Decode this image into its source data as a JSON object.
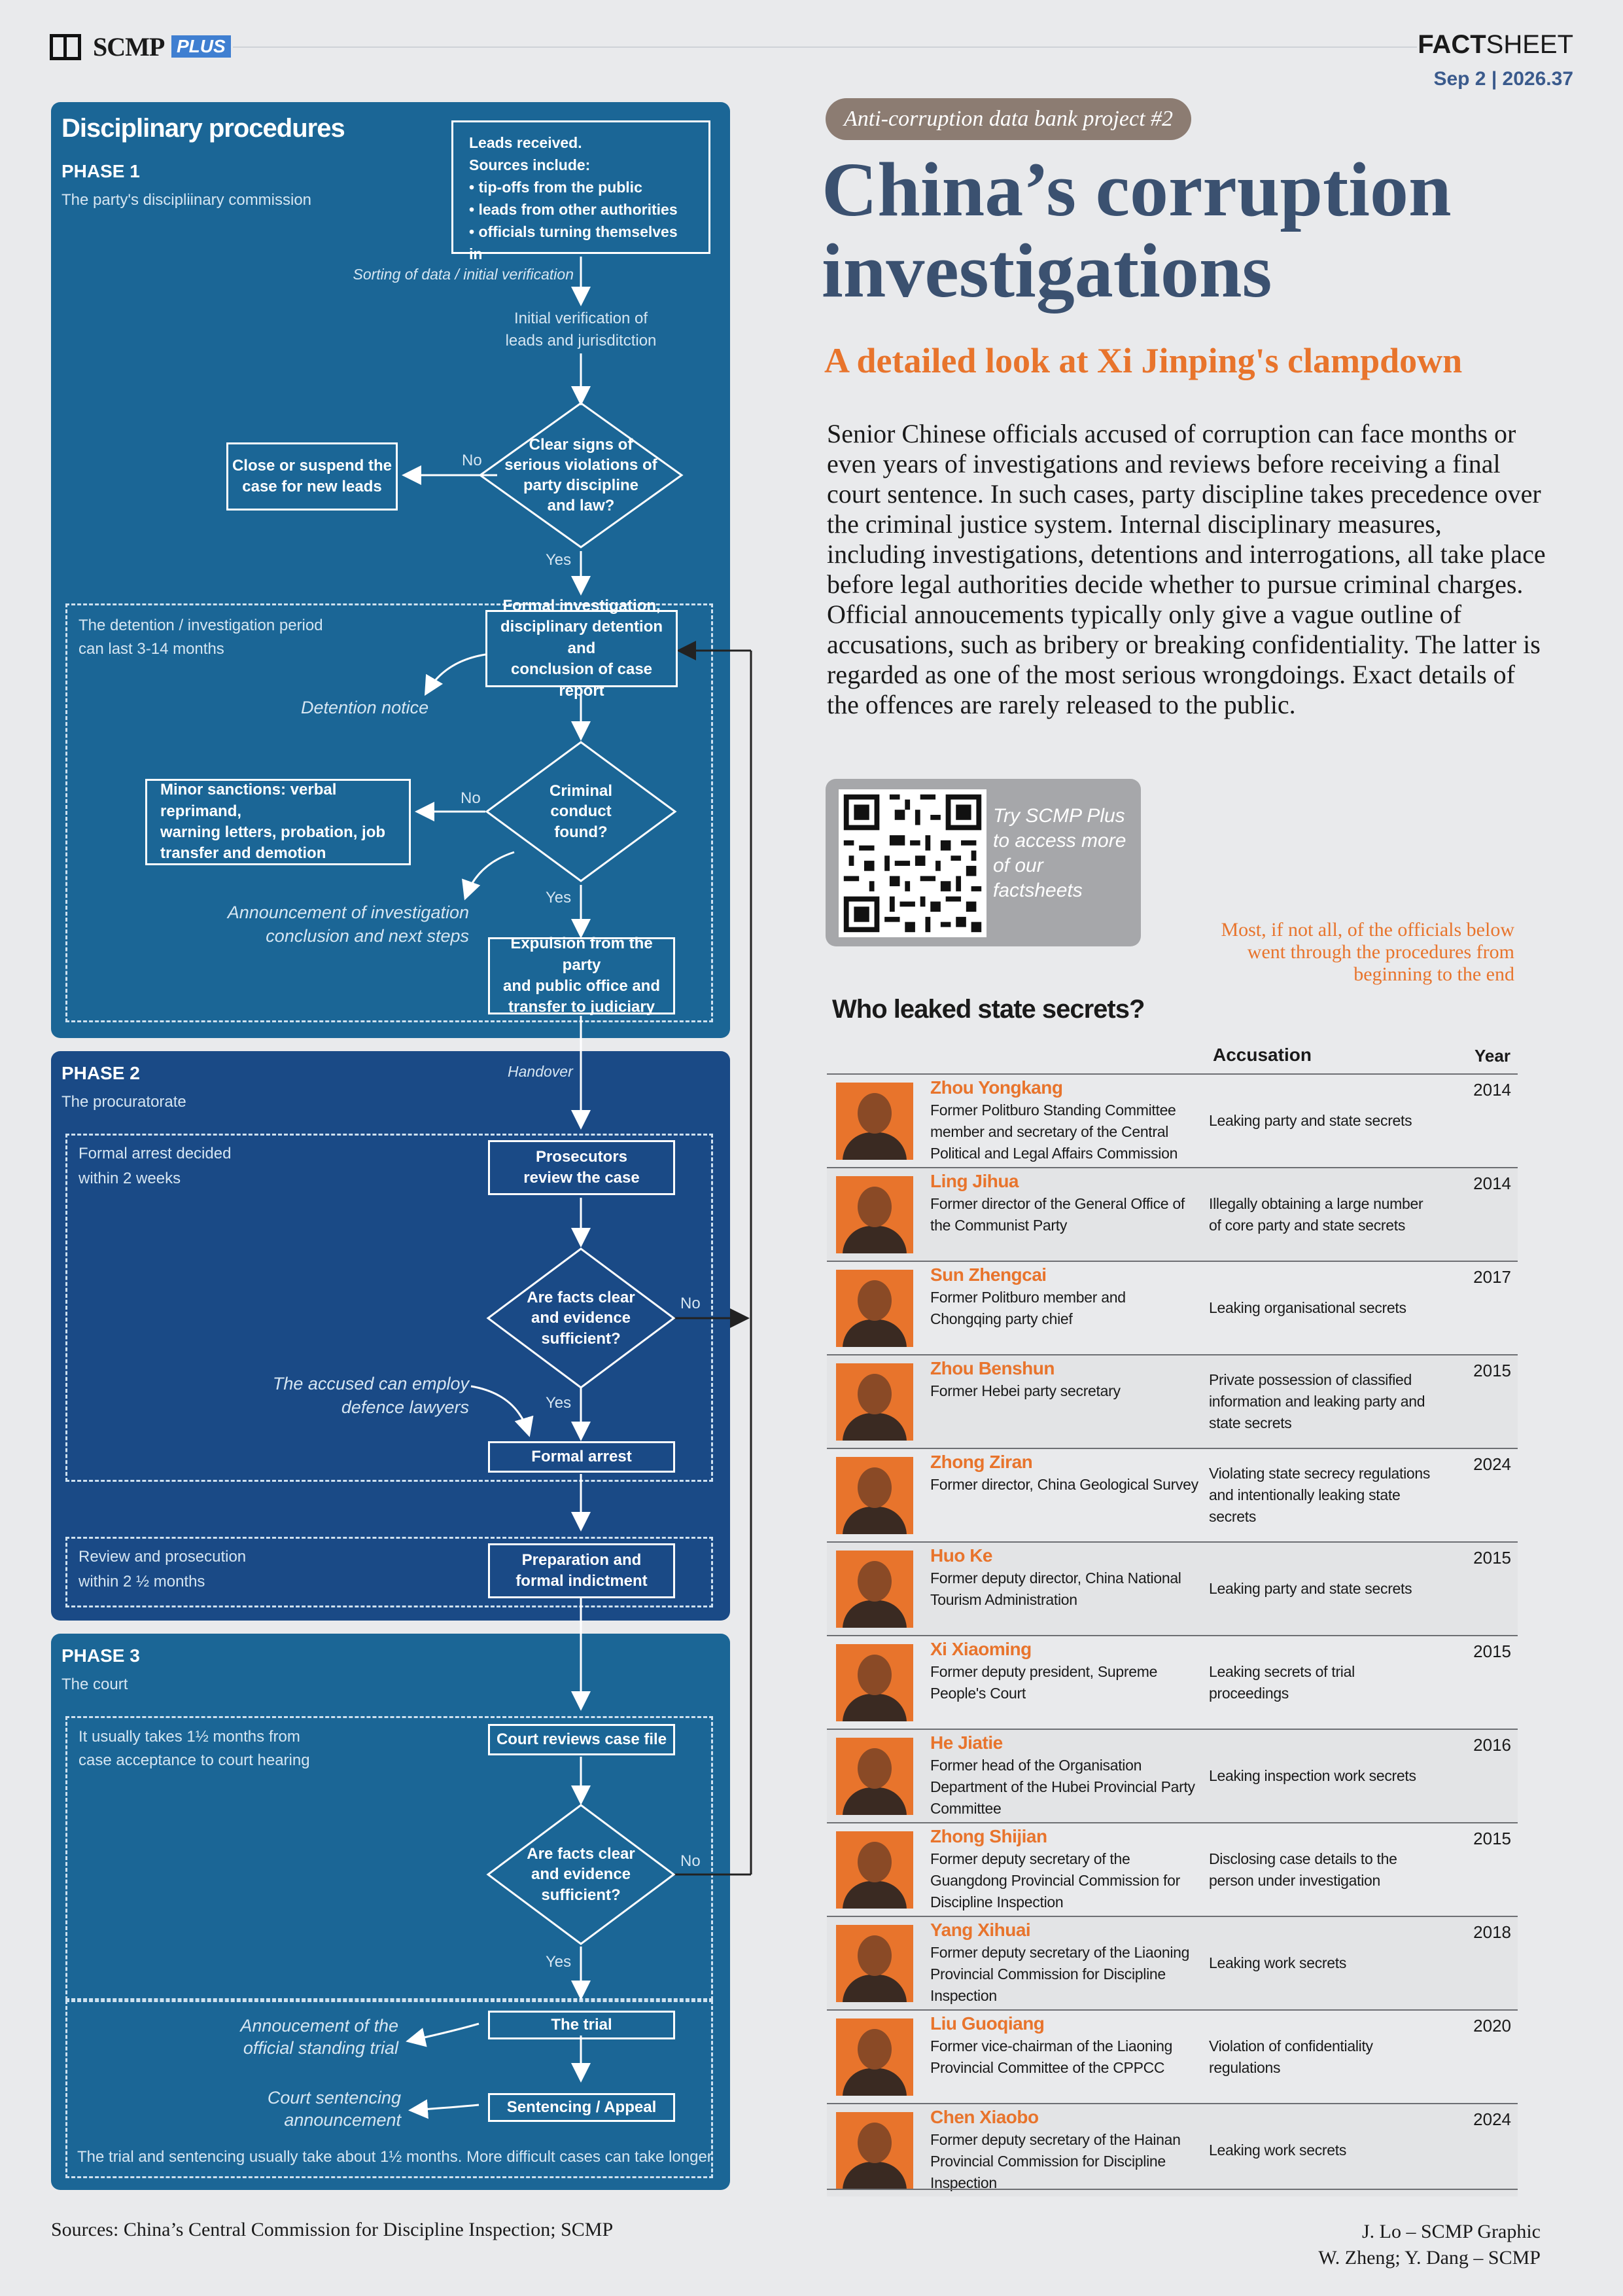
{
  "header": {
    "brand": "SCMP",
    "brand_plus": "PLUS",
    "fact": "FACT",
    "sheet": "SHEET",
    "date": "Sep 2 | 2026.37"
  },
  "flow": {
    "main_title": "Disciplinary procedures",
    "phase1": {
      "label": "PHASE 1",
      "sub": "The party's discipliinary commission",
      "leads_title": "Leads received.",
      "leads_sources": "Sources include:",
      "leads_items": [
        "• tip-offs from the public",
        "• leads from other authorities",
        "• officials turning  themselves in"
      ],
      "sorting": "Sorting of data / initial verification",
      "initial_1": "Initial verification of",
      "initial_2": "leads and jurisditction",
      "d1_1": "Clear signs of",
      "d1_2": "serious violations of",
      "d1_3": "party discipline",
      "d1_4": "and law?",
      "close_1": "Close or suspend the",
      "close_2": "case for new leads",
      "no": "No",
      "yes": "Yes",
      "period_1": "The detention / investigation period",
      "period_2": "can last 3-14 months",
      "formal_1": "Formal investigation,",
      "formal_2": "disciplinary detention and",
      "formal_3": "conclusion of case report",
      "detention_notice": "Detention notice",
      "d2_1": "Criminal",
      "d2_2": "conduct",
      "d2_3": "found?",
      "minor_1": "Minor sanctions: verbal reprimand,",
      "minor_2": "warning letters, probation, job",
      "minor_3": "transfer and demotion",
      "announce_1": "Announcement of investigation",
      "announce_2": "conclusion and next steps",
      "expel_1": "Expulsion from the party",
      "expel_2": "and public office and",
      "expel_3": "transfer to judiciary"
    },
    "phase2": {
      "label": "PHASE 2",
      "sub": "The procuratorate",
      "handover": "Handover",
      "arrest_note_1": "Formal arrest decided",
      "arrest_note_2": "within 2 weeks",
      "prosecutors_1": "Prosecutors",
      "prosecutors_2": "review the case",
      "d3_1": "Are facts clear",
      "d3_2": "and evidence",
      "d3_3": "sufficient?",
      "lawyers_1": "The accused can employ",
      "lawyers_2": "defence lawyers",
      "formal_arrest": "Formal arrest",
      "review_1": "Review and prosecution",
      "review_2": "within 2 ½ months",
      "prep_1": "Preparation and",
      "prep_2": "formal indictment"
    },
    "phase3": {
      "label": "PHASE 3",
      "sub": "The court",
      "takes_1": "It usually takes 1½ months from",
      "takes_2": "case acceptance to court hearing",
      "court_reviews": "Court reviews case file",
      "d4_1": "Are facts clear",
      "d4_2": "and evidence",
      "d4_3": "sufficient?",
      "trial_ann_1": "Annoucement of the",
      "trial_ann_2": "official standing trial",
      "trial": "The trial",
      "sent_ann_1": "Court sentencing",
      "sent_ann_2": "announcement",
      "sentencing": "Sentencing / Appeal",
      "bottom_note": "The trial and sentencing usually take about 1½ months. More difficult cases can take longer"
    }
  },
  "article": {
    "tag": "Anti-corruption data bank project #2",
    "title_1": "China’s corruption",
    "title_2": "investigations",
    "subtitle": "A detailed look at Xi Jinping's clampdown",
    "body": "Senior Chinese officials accused of corruption can face months or even years of investigations and reviews before receiving a final court sentence. In such cases, party discipline takes precedence over the criminal justice system. Internal disciplinary measures, including investigations, detentions and interrogations, all take place before legal authorities decide whether to pursue criminal charges. Official annoucements typically only give a vague outline of accusations, such as bribery or breaking confidentiality. The latter is regarded as one of the most serious wrongdoings. Exact details of the offences are rarely released to the public.",
    "qr_text": "Try SCMP Plus to access more of our factsheets",
    "note": "Most, if not all, of the officials below went through the procedures from beginning to the end"
  },
  "table": {
    "title": "Who leaked state secrets?",
    "col_accusation": "Accusation",
    "col_year": "Year",
    "rows": [
      {
        "name": "Zhou Yongkang",
        "role": "Former Politburo Standing Committee member and secretary of the Central Political and Legal Affairs Commission",
        "accusation": "Leaking party and state secrets",
        "year": "2014"
      },
      {
        "name": "Ling Jihua",
        "role": "Former director of the General Office of the Communist Party",
        "accusation": "Illegally obtaining a large number of core party and state secrets",
        "year": "2014"
      },
      {
        "name": "Sun Zhengcai",
        "role": "Former Politburo member and Chongqing party chief",
        "accusation": "Leaking organisational secrets",
        "year": "2017"
      },
      {
        "name": "Zhou Benshun",
        "role": "Former Hebei party secretary",
        "accusation": "Private possession of classified information and leaking party and state secrets",
        "year": "2015"
      },
      {
        "name": "Zhong Ziran",
        "role": "Former director, China Geological Survey",
        "accusation": "Violating state secrecy regulations and intentionally leaking state secrets",
        "year": "2024"
      },
      {
        "name": "Huo Ke",
        "role": "Former deputy director, China National Tourism Administration",
        "accusation": "Leaking party and state secrets",
        "year": "2015"
      },
      {
        "name": "Xi Xiaoming",
        "role": "Former deputy president, Supreme People's Court",
        "accusation": "Leaking secrets of trial proceedings",
        "year": "2015"
      },
      {
        "name": "He Jiatie",
        "role": "Former head of the Organisation Department of the Hubei Provincial Party Committee",
        "accusation": "Leaking inspection work secrets",
        "year": "2016"
      },
      {
        "name": "Zhong Shijian",
        "role": "Former deputy secretary of the Guangdong Provincial Commission for Discipline Inspection",
        "accusation": "Disclosing case details to the person under investigation",
        "year": "2015"
      },
      {
        "name": "Yang Xihuai",
        "role": "Former deputy secretary of the Liaoning Provincial Commission for Discipline Inspection",
        "accusation": "Leaking work secrets",
        "year": "2018"
      },
      {
        "name": "Liu Guoqiang",
        "role": "Former vice-chairman of the Liaoning Provincial Committee of the CPPCC",
        "accusation": "Violation of confidentiality regulations",
        "year": "2020"
      },
      {
        "name": "Chen Xiaobo",
        "role": "Former deputy secretary of the Hainan Provincial Commission for Discipline Inspection",
        "accusation": "Leaking work secrets",
        "year": "2024"
      }
    ]
  },
  "footer": {
    "sources": "Sources: China’s Central Commission for Discipline Inspection; SCMP",
    "credit_1": "J. Lo – SCMP Graphic",
    "credit_2": "W. Zheng; Y. Dang – SCMP"
  }
}
